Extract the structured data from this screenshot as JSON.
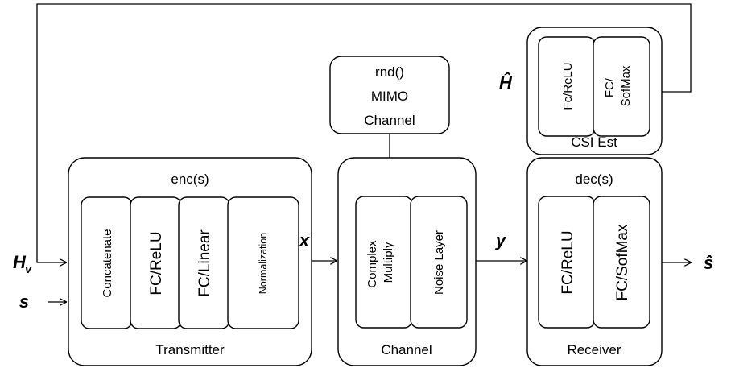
{
  "transmitter": {
    "title": "enc(s)",
    "caption": "Transmitter",
    "layers": [
      "Concatenate",
      "FC/ReLU",
      "FC/Linear",
      "Normalization"
    ]
  },
  "channel_block": {
    "title": "",
    "caption": "Channel",
    "layers": [
      "Complex Multiply",
      "Noise Layer"
    ]
  },
  "mimo_channel": {
    "lines": [
      "rnd()",
      "MIMO",
      "Channel"
    ]
  },
  "receiver": {
    "title": "dec(s)",
    "caption": "Receiver",
    "layers": [
      "FC/ReLU",
      "FC/SofMax"
    ]
  },
  "csi_est": {
    "caption": "CSI Est",
    "layers": [
      "Fc/ReLU",
      "FC/ SofMax"
    ]
  },
  "symbols": {
    "hv_main": "H",
    "hv_sub": "v",
    "s_input": "s",
    "x": "x",
    "y": "y",
    "h": "H",
    "h_hat": "Ĥ",
    "s_hat": "ŝ"
  }
}
